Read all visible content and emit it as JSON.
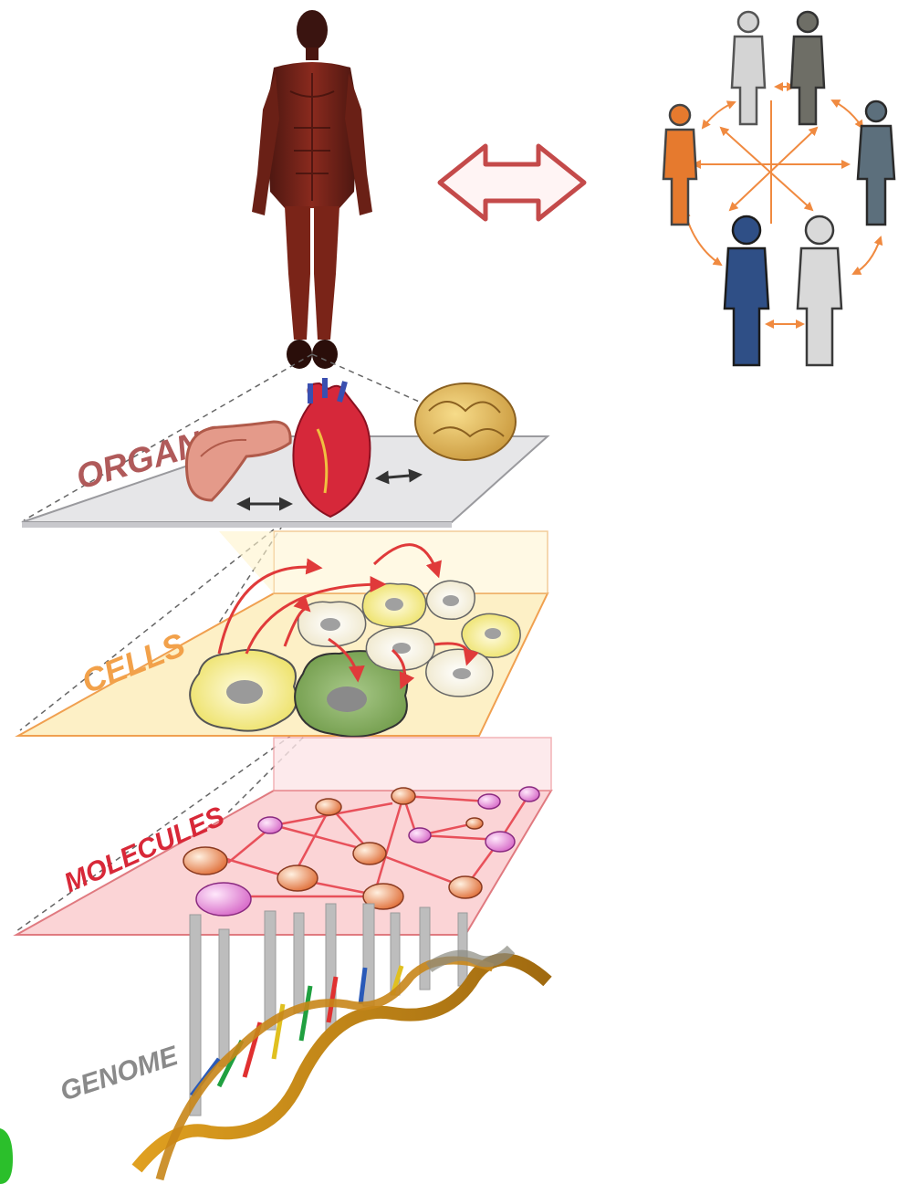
{
  "layers": {
    "organs": "ORGANS",
    "cells": "CELLS",
    "molecules": "MOLECULES",
    "genome": "GENOME"
  },
  "colors": {
    "organs_label": "#b05a5a",
    "cells_label": "#f2a14a",
    "molecules_label": "#d82838",
    "genome_label": "#8a8a8a",
    "organs_plane": "#e6e6e8",
    "cells_plane": "#fdf0c6",
    "molecules_plane": "#fbd4d6",
    "exchange_arrow": "#c44a4a",
    "network_arrow": "#f08a40",
    "people": [
      "#d4d4d4",
      "#6e6e66",
      "#5c6f7c",
      "#2f4f86",
      "#d9d9d9",
      "#e67a2e"
    ]
  },
  "icons": [
    "human-body-icon",
    "pancreas-icon",
    "heart-icon",
    "brain-icon",
    "dna-helix-icon",
    "person-icon",
    "double-arrow-icon"
  ]
}
